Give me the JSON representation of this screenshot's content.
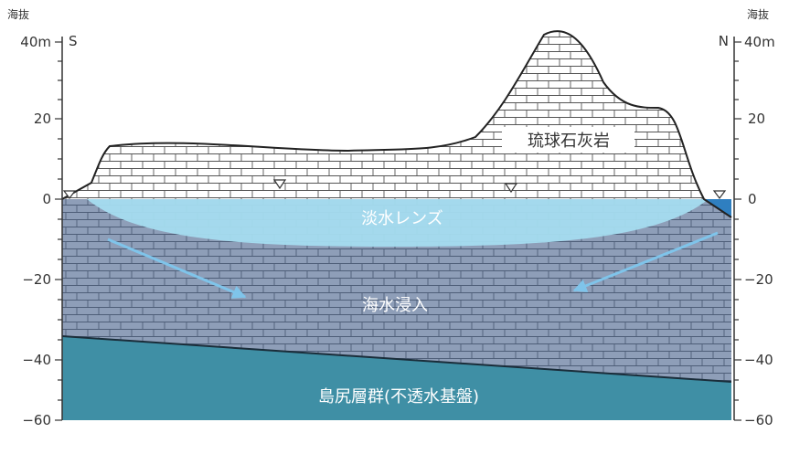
{
  "axis": {
    "left_title": "海抜",
    "right_title": "海抜",
    "left_direction": "S",
    "right_direction": "N",
    "left_ticks": [
      "40m",
      "20",
      "0",
      "−20",
      "−40",
      "−60"
    ],
    "right_ticks": [
      "40m",
      "20",
      "0",
      "−20",
      "−40",
      "−60"
    ],
    "range_m": [
      -60,
      40
    ]
  },
  "labels": {
    "limestone": "琉球石灰岩",
    "freshwater_lens": "淡水レンズ",
    "seawater_intrusion": "海水浸入",
    "basement": "島尻層群(不透水基盤)"
  },
  "markers": {
    "water_level_symbol": "triangle-down",
    "count": 4
  },
  "colors": {
    "limestone": "#ffffff",
    "freshwater_lens": "#a5dcef",
    "saltwater": "#8e9eb8",
    "basement": "#3f8fa5",
    "sea": "#2f7fc0",
    "arrow": "#7fc4ea"
  }
}
